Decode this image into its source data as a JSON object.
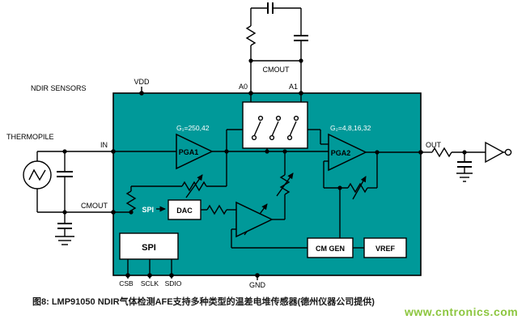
{
  "colors": {
    "chip_fill": "#009999",
    "wire": "#000000",
    "watermark_green": "#8CC63F",
    "box_fill": "#ffffff"
  },
  "labels": {
    "ndir_sensors": "NDIR SENSORS",
    "thermopile": "THERMOPILE",
    "vdd": "VDD",
    "a0": "A0",
    "a1": "A1",
    "cmout_external": "CMOUT",
    "in_pin": "IN",
    "cmout_pin": "CMOUT",
    "out_pin": "OUT",
    "gnd_pin": "GND",
    "csb_pin": "CSB",
    "sclk_pin": "SCLK",
    "sdio_pin": "SDIO",
    "gain1": "G₁=250,42",
    "gain2": "G₂=4,8,16,32",
    "pga1": "PGA1",
    "pga2": "PGA2",
    "spi_arrow": "SPI",
    "dac": "DAC",
    "spi_box": "SPI",
    "cm_gen": "CM GEN",
    "vref": "VREF"
  },
  "caption": "图8: LMP91050 NDIR气体检测AFE支持多种类型的温差电堆传感器(德州仪器公司提供)",
  "watermark": "www.cntronics.com"
}
